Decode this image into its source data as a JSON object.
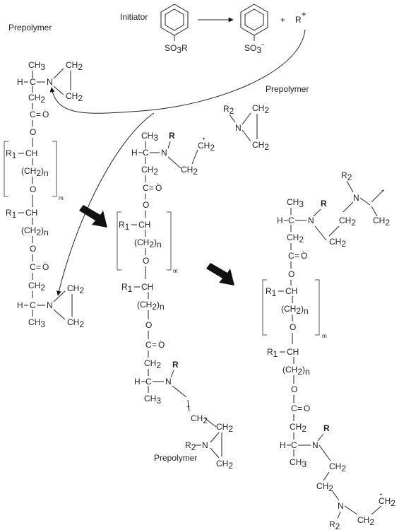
{
  "labels": {
    "prepolymer": "Prepolymer",
    "initiator": "Initiator",
    "plus": "+"
  },
  "atoms": {
    "r_bold": "R",
    "r_cation": "R",
    "ch3": "CH",
    "ch2": "CH",
    "ch": "CH",
    "h": "H",
    "c": "C",
    "n": "N",
    "o": "O",
    "r1": "R",
    "r2": "R",
    "so3r": "SO",
    "so3r_tail": "R",
    "so3": "SO",
    "chain_open": "(CH",
    "chain_close": ")",
    "eq": "=",
    "dash": "–"
  },
  "sub": {
    "one": "1",
    "two": "2",
    "three": "3",
    "n": "n",
    "m": "m"
  },
  "sup": {
    "plus": "+",
    "minus": "-",
    "dot": "·"
  },
  "colors": {
    "ink": "#222222",
    "bracket": "#555555",
    "arrow": "#111111"
  }
}
